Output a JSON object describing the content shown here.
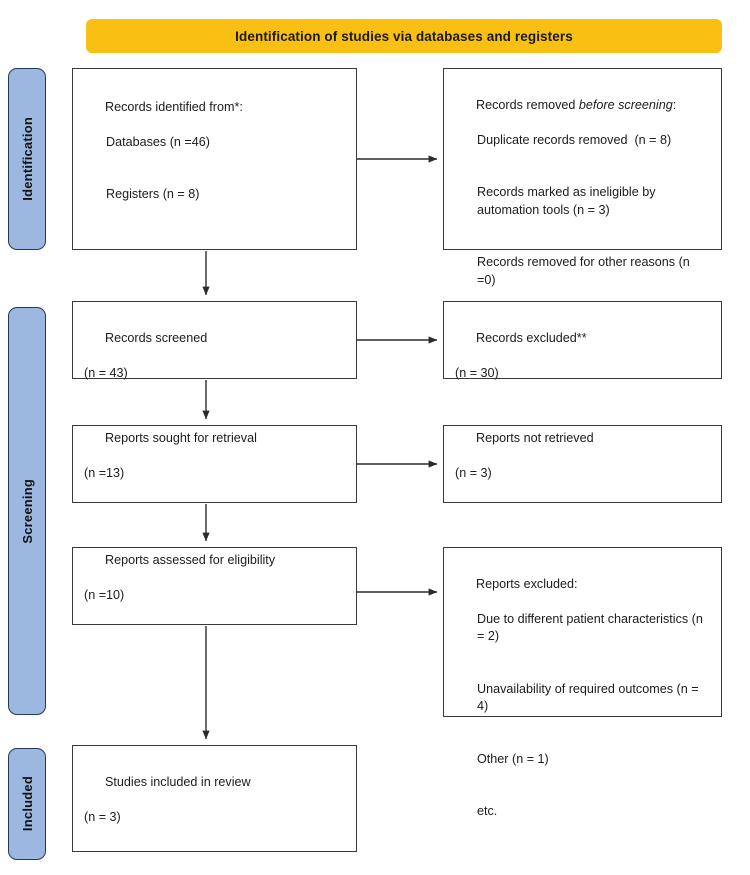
{
  "diagram": {
    "title": "Identification of studies via databases and registers",
    "colors": {
      "header_yellow": "#F9C013",
      "phase_tab_blue": "#9CB7E0",
      "phase_tab_border": "#23395B",
      "box_border": "#3A3A3A",
      "text": "#1C1C1C",
      "background": "#FFFFFF"
    }
  },
  "phases": [
    {
      "id": "identification",
      "label": "Identification"
    },
    {
      "id": "screening",
      "label": "Screening"
    },
    {
      "id": "included",
      "label": "Included"
    }
  ],
  "boxes": {
    "records_identified": {
      "heading": "Records identified from*:",
      "lines": [
        "Databases (n =46)",
        "Registers (n = 8)"
      ]
    },
    "records_removed": {
      "heading_prefix": "Records removed ",
      "heading_italic": "before screening",
      "heading_suffix": ":",
      "lines": [
        "Duplicate records removed  (n = 8)",
        "Records marked as ineligible by automation tools (n = 3)",
        "Records removed for other reasons (n =0)"
      ]
    },
    "records_screened": {
      "heading": "Records screened",
      "count": "(n = 43)"
    },
    "records_excluded": {
      "heading": "Records excluded**",
      "count": "(n = 30)"
    },
    "reports_sought": {
      "heading": "Reports sought for retrieval",
      "count": "(n =13)"
    },
    "reports_not_retrieved": {
      "heading": "Reports not retrieved",
      "count": "(n = 3)"
    },
    "reports_assessed": {
      "heading": "Reports assessed for eligibility",
      "count": "(n =10)"
    },
    "reports_excluded": {
      "heading": "Reports excluded:",
      "lines": [
        "Due to different patient characteristics (n = 2)",
        "Unavailability of required outcomes (n = 4)",
        "Other (n = 1)",
        "etc."
      ]
    },
    "studies_included": {
      "heading": "Studies included in review",
      "count": "(n = 3)"
    }
  }
}
